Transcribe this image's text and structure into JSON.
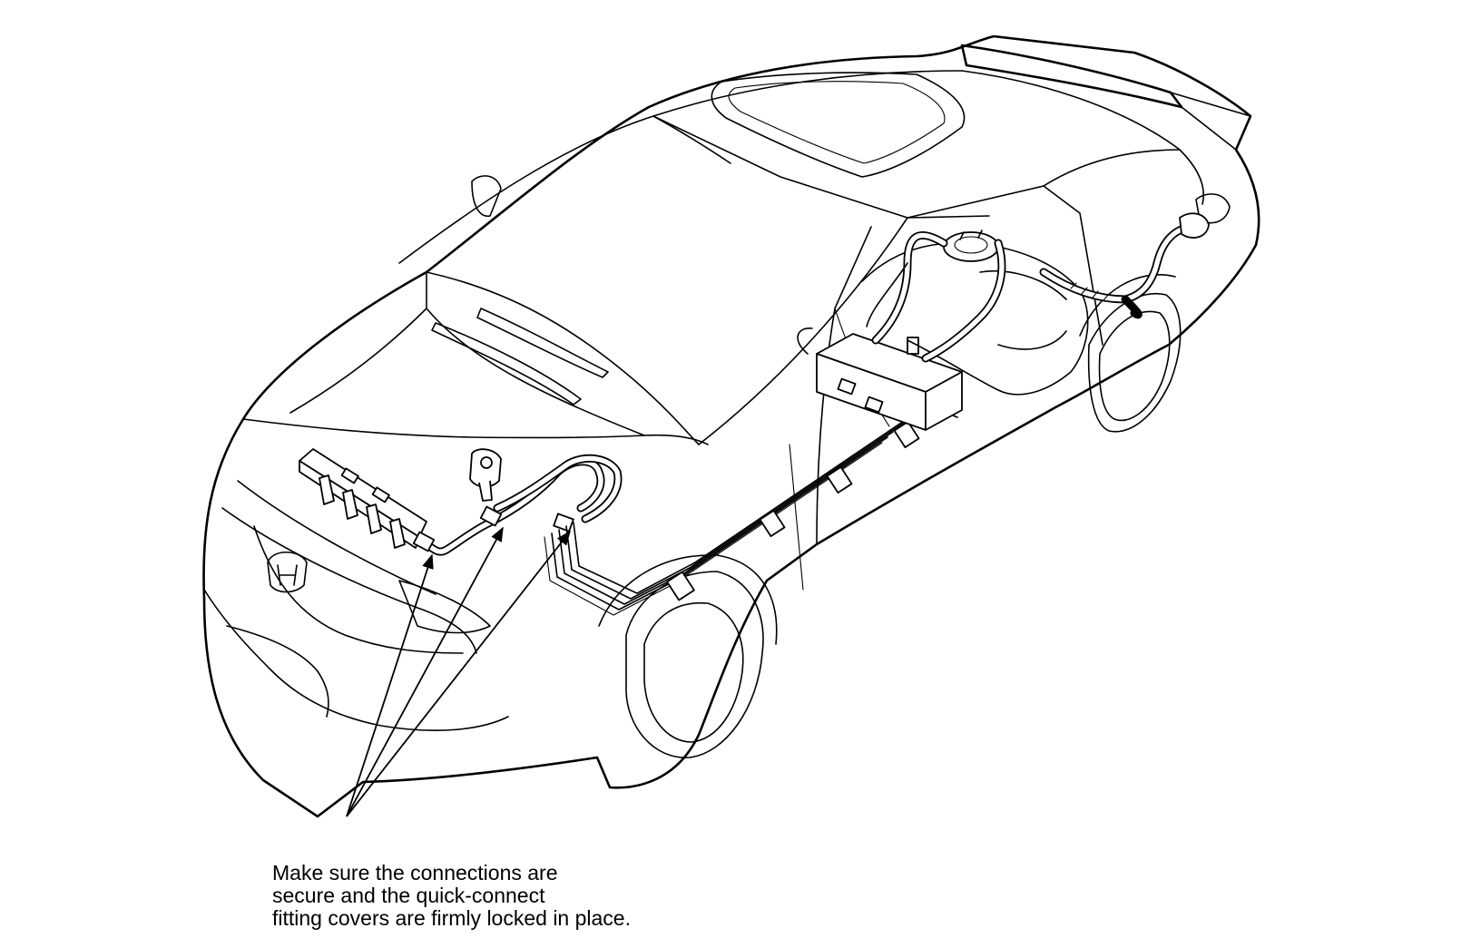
{
  "callout": {
    "lines": [
      "Make sure the connections are",
      "secure and the quick-connect",
      "fitting covers are firmly locked in place."
    ]
  },
  "colors": {
    "line": "#000000",
    "background": "#ffffff"
  }
}
